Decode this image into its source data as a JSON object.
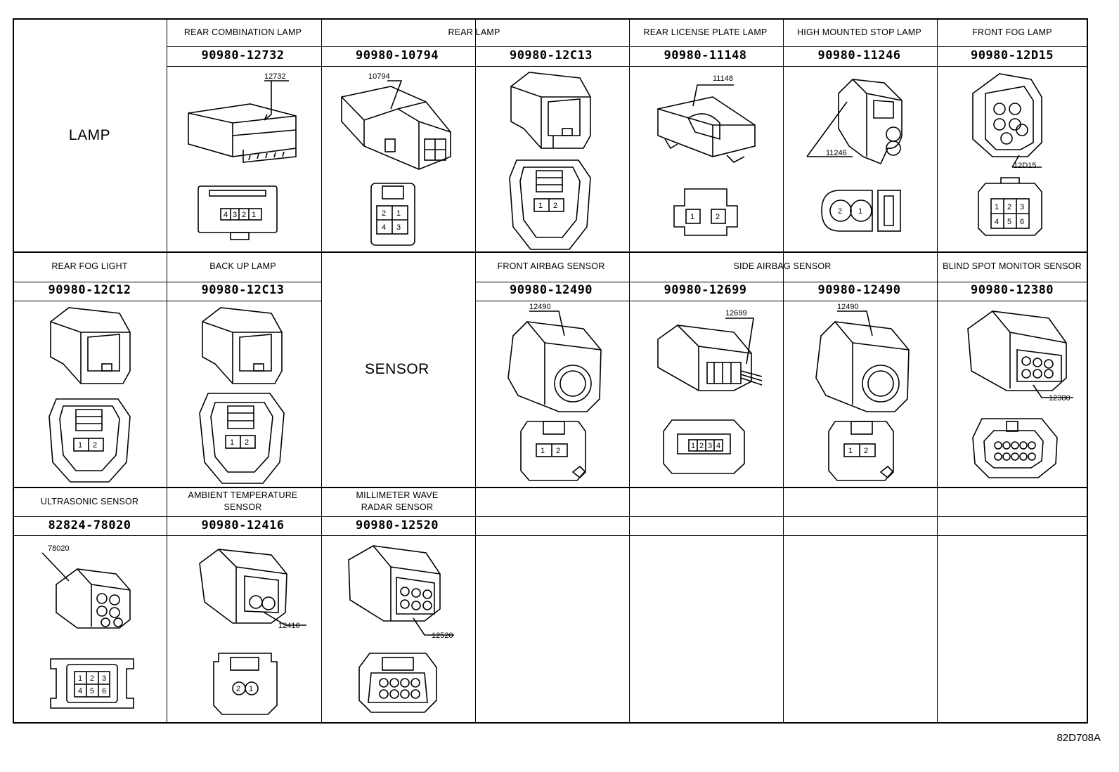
{
  "groups": {
    "lamp": "LAMP",
    "sensor": "SENSOR"
  },
  "row1": {
    "titles": {
      "rear_combination_lamp": "REAR COMBINATION LAMP",
      "rear_lamp": "REAR LAMP",
      "rear_license_plate_lamp": "REAR LICENSE PLATE LAMP",
      "high_mounted_stop_lamp": "HIGH MOUNTED STOP LAMP",
      "front_fog_lamp": "FRONT FOG LAMP"
    },
    "parts": [
      "90980-12732",
      "90980-10794",
      "90980-12C13",
      "90980-11148",
      "90980-11246",
      "90980-12D15"
    ],
    "callouts": [
      "12732",
      "10794",
      "11148",
      "11246",
      "12D15"
    ]
  },
  "row2": {
    "titles": {
      "rear_fog_light": "REAR FOG LIGHT",
      "back_up_lamp": "BACK UP LAMP",
      "front_airbag_sensor": "FRONT AIRBAG SENSOR",
      "side_airbag_sensor": "SIDE AIRBAG SENSOR",
      "blind_spot_monitor_sensor": "BLIND SPOT MONITOR SENSOR"
    },
    "parts": [
      "90980-12C12",
      "90980-12C13",
      "90980-12490",
      "90980-12699",
      "90980-12490",
      "90980-12380"
    ],
    "callouts": [
      "12490",
      "12699",
      "12490",
      "12380"
    ]
  },
  "row3": {
    "titles": {
      "ultrasonic_sensor": "ULTRASONIC SENSOR",
      "ambient_temperature_sensor_1": "AMBIENT TEMPERATURE",
      "ambient_temperature_sensor_2": "SENSOR",
      "millimeter_wave_radar_sensor_1": "MILLIMETER WAVE",
      "millimeter_wave_radar_sensor_2": "RADAR SENSOR"
    },
    "parts": [
      "82824-78020",
      "90980-12416",
      "90980-12520"
    ],
    "callouts": [
      "78020",
      "12416",
      "12520"
    ]
  },
  "pins": {
    "two_pin": [
      "1",
      "2"
    ],
    "three_pin_reverse": [
      "4",
      "3",
      "2",
      "1"
    ],
    "four_pin": [
      "2",
      "1",
      "4",
      "3"
    ],
    "six_pin": [
      "1",
      "2",
      "3",
      "4",
      "5",
      "6"
    ],
    "two_round": [
      "2",
      "1"
    ],
    "side_four": [
      "1",
      "2",
      "3",
      "4"
    ]
  },
  "figure_code": "82D708A"
}
